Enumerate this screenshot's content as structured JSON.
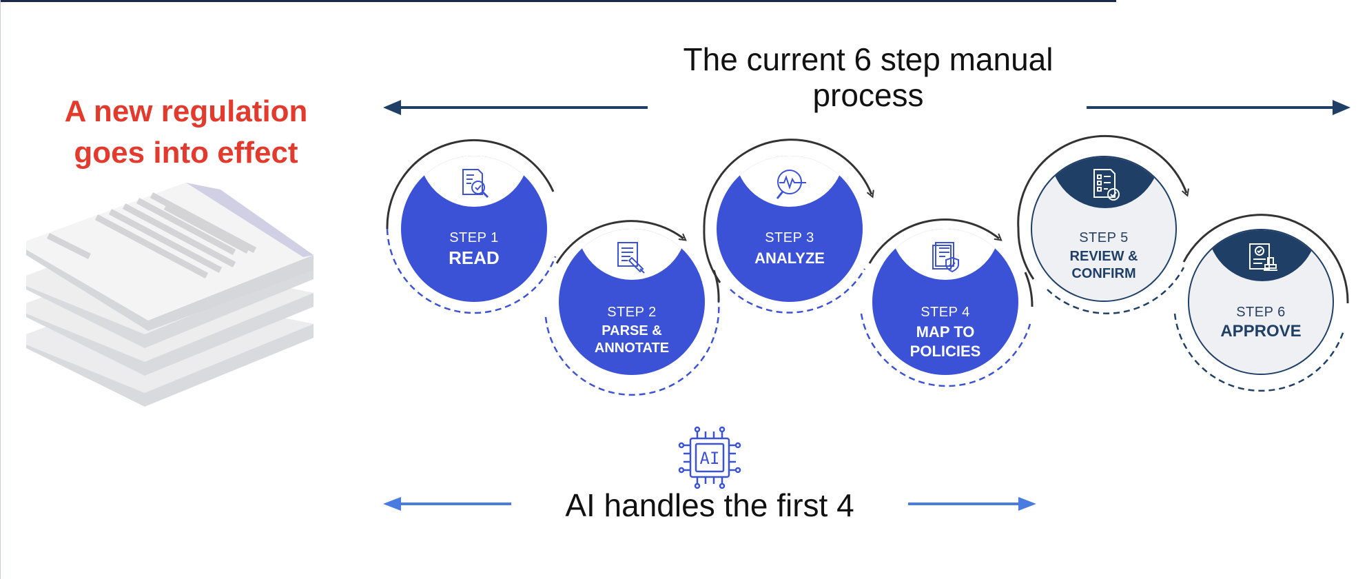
{
  "headline": {
    "line1": "A new regulation",
    "line2": "goes into effect"
  },
  "top_title": {
    "line1": "The current 6 step manual",
    "line2": "process"
  },
  "bottom_title": "AI handles the first 4",
  "ai_chip_label": "AI",
  "steps": [
    {
      "label": "STEP 1",
      "name": "READ",
      "icon": "document-search-icon",
      "style": "blue"
    },
    {
      "label": "STEP 2",
      "name_line1": "PARSE &",
      "name_line2": "ANNOTATE",
      "icon": "document-pen-icon",
      "style": "blue"
    },
    {
      "label": "STEP 3",
      "name": "ANALYZE",
      "icon": "magnifier-pulse-icon",
      "style": "blue"
    },
    {
      "label": "STEP 4",
      "name_line1": "MAP TO",
      "name_line2": "POLICIES",
      "icon": "documents-shield-icon",
      "style": "blue"
    },
    {
      "label": "STEP 5",
      "name_line1": "REVIEW &",
      "name_line2": "CONFIRM",
      "icon": "checklist-icon",
      "style": "dark"
    },
    {
      "label": "STEP 6",
      "name": "APPROVE",
      "icon": "document-stamp-icon",
      "style": "dark"
    }
  ],
  "colors": {
    "headline": "#e23b2e",
    "step_blue": "#3b52d6",
    "step_dark": "#1f3f66",
    "step_dark_fill": "#eef0f4",
    "arrow_dark": "#1f3f66",
    "arrow_blue": "#4a7be0"
  }
}
